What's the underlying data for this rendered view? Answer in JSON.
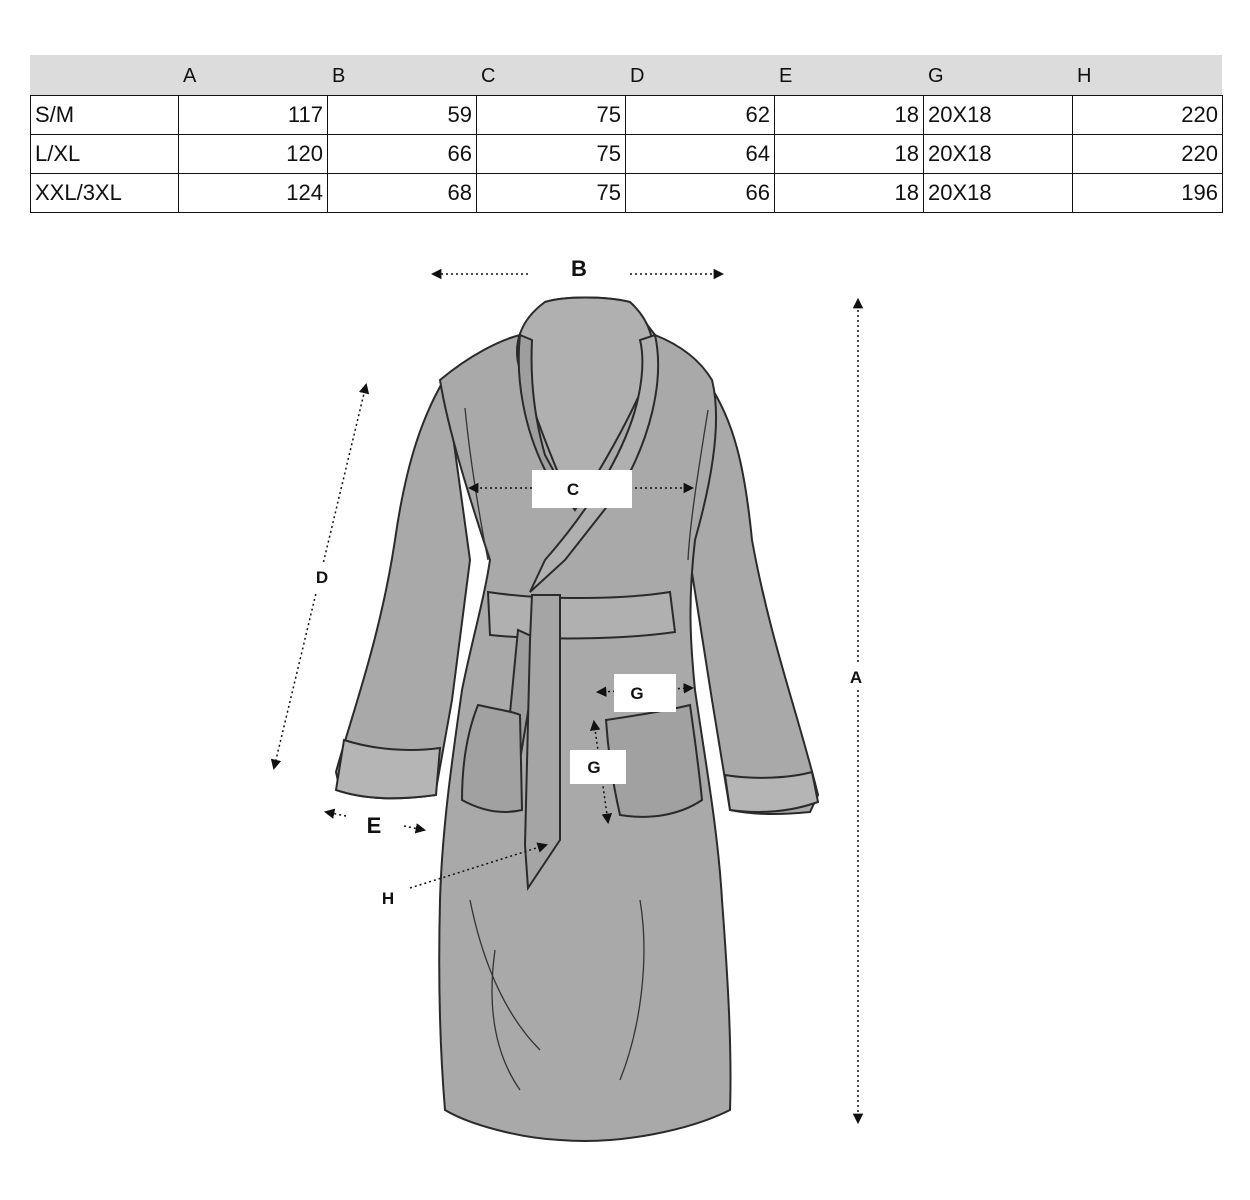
{
  "table": {
    "headers": [
      "A",
      "B",
      "C",
      "D",
      "E",
      "G",
      "H"
    ],
    "rows": [
      {
        "size": "S/M",
        "values": [
          "117",
          "59",
          "75",
          "62",
          "18",
          "20X18",
          "220"
        ]
      },
      {
        "size": "L/XL",
        "values": [
          "120",
          "66",
          "75",
          "64",
          "18",
          "20X18",
          "220"
        ]
      },
      {
        "size": "XXL/3XL",
        "values": [
          "124",
          "68",
          "75",
          "66",
          "18",
          "20X18",
          "196"
        ]
      }
    ]
  },
  "diagram": {
    "labels": {
      "A": "A",
      "B": "B",
      "C": "C",
      "D": "D",
      "E": "E",
      "G1": "G",
      "G2": "G",
      "H": "H"
    },
    "colors": {
      "robe_fill": "#a9a9a9",
      "outline": "#2a2a2a",
      "header_bg": "#dcdcdc"
    }
  }
}
